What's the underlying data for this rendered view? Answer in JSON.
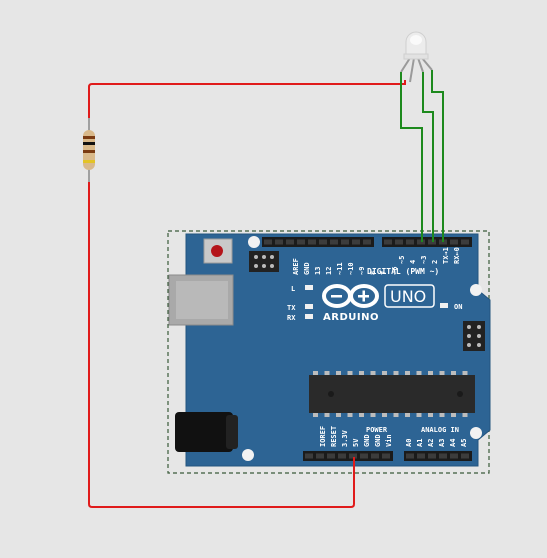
{
  "board": {
    "brand": "ARDUINO",
    "model": "UNO",
    "digital_label": "DIGITAL (PWM ~)",
    "analog_label": "ANALOG IN",
    "power_label": "POWER",
    "on_label": "ON",
    "l_label": "L",
    "tx_label": "TX",
    "rx_label": "RX",
    "top_pins": [
      "AREF",
      "GND",
      "13",
      "12",
      "~11",
      "~10",
      "~9",
      "8",
      "7",
      "~6",
      "~5",
      "4",
      "~3",
      "2",
      "TX→1",
      "RX←0"
    ],
    "power_pins": [
      "IOREF",
      "RESET",
      "3.3V",
      "5V",
      "GND",
      "GND",
      "Vin"
    ],
    "analog_pins": [
      "A0",
      "A1",
      "A2",
      "A3",
      "A4",
      "A5"
    ]
  },
  "colors": {
    "board": "#2d6494",
    "wire_power": "#e01b1b",
    "wire_signal": "#1d8a1d",
    "background": "#e6e6e6"
  }
}
